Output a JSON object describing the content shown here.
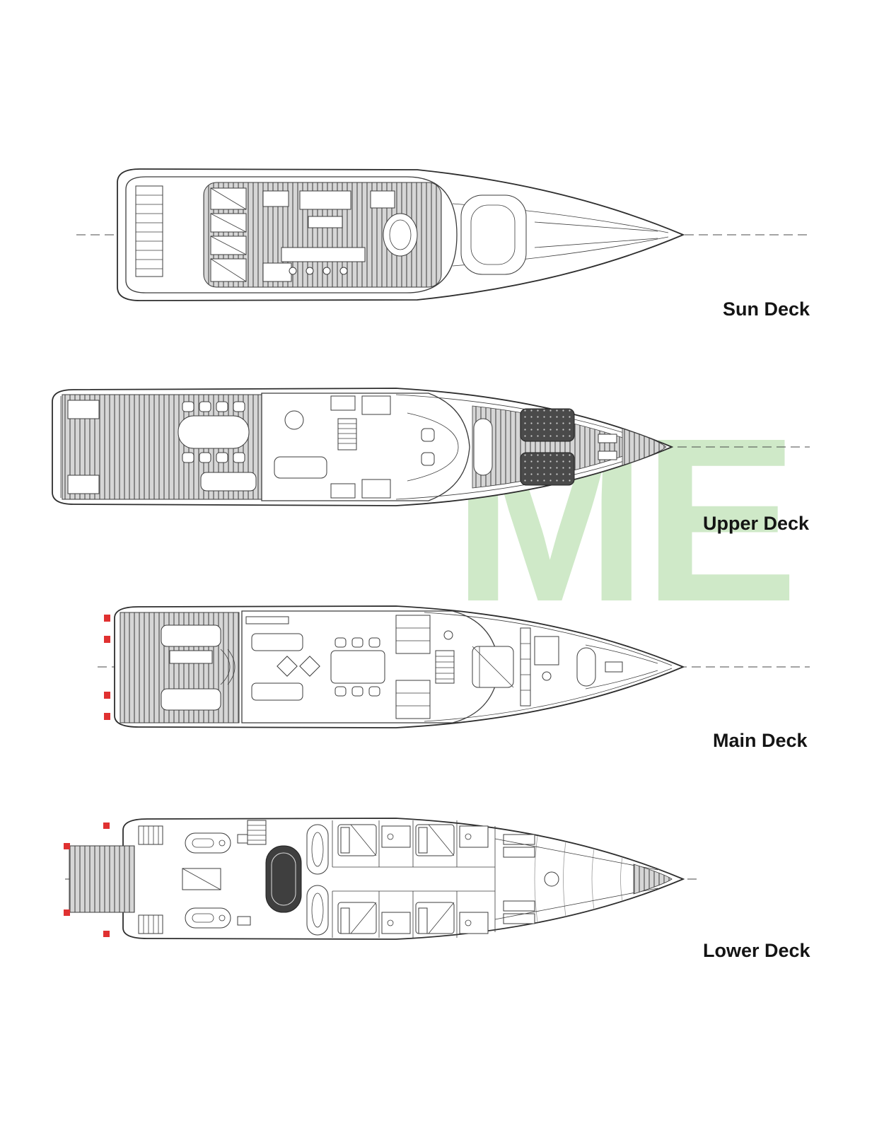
{
  "page": {
    "background": "#ffffff"
  },
  "watermark": {
    "text": "ME",
    "color": "#cfe9c8"
  },
  "colors": {
    "accent_red": "#e03131",
    "line": "#3c3c3c"
  },
  "decks": [
    {
      "id": "sun-deck",
      "label": "Sun Deck"
    },
    {
      "id": "upper-deck",
      "label": "Upper Deck"
    },
    {
      "id": "main-deck",
      "label": "Main Deck"
    },
    {
      "id": "lower-deck",
      "label": "Lower Deck"
    }
  ]
}
